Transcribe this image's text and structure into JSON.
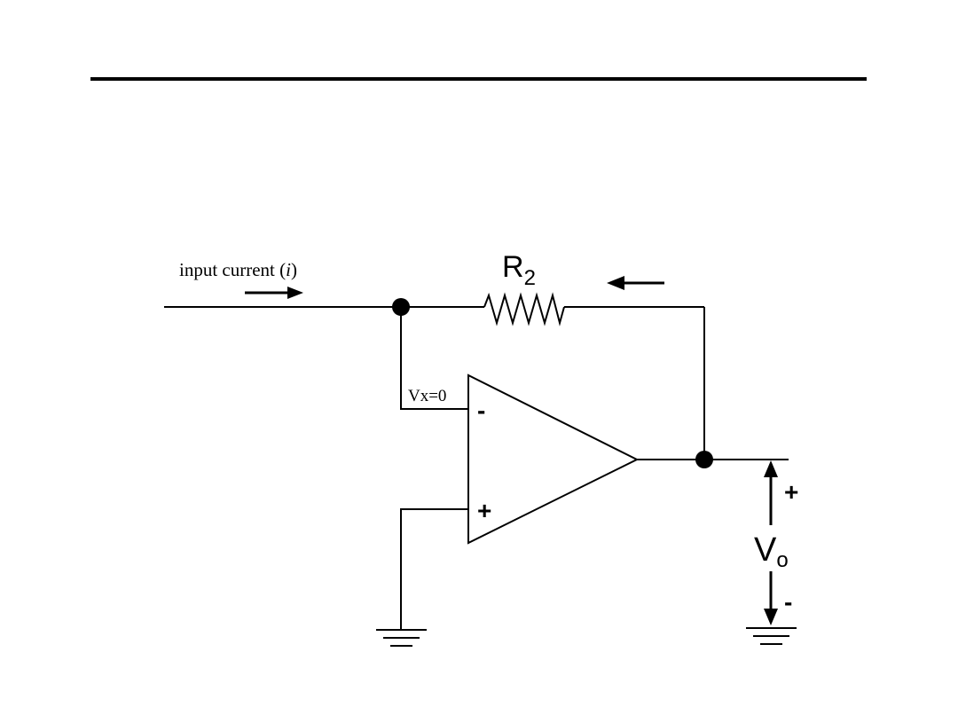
{
  "diagram": {
    "input_label_prefix": "input current (",
    "input_label_var": "i",
    "input_label_suffix": ")",
    "resistor_label_main": "R",
    "resistor_label_sub": "2",
    "node_voltage_label": "Vx=0",
    "inverting_sign": "-",
    "noninverting_sign": "+",
    "output_plus": "+",
    "output_label_main": "V",
    "output_label_sub": "o",
    "output_minus": "-"
  }
}
